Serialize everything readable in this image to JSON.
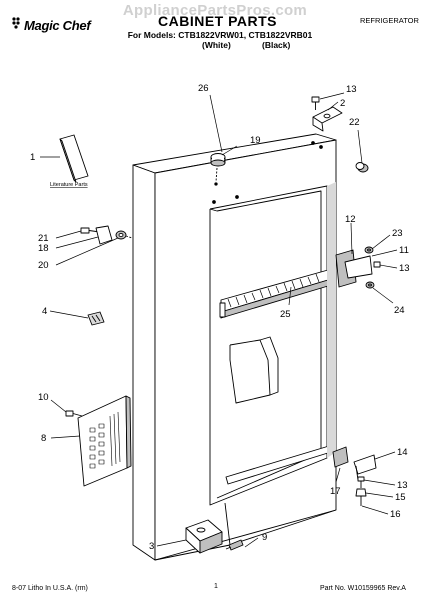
{
  "header": {
    "watermark": "AppliancePartsPros.com",
    "brand": "Magic Chef",
    "title": "CABINET PARTS",
    "models_line": "For Models: CTB1822VRW01, CTB1822VRB01",
    "variant_white": "(White)",
    "variant_black": "(Black)",
    "category": "REFRIGERATOR"
  },
  "literature_label": "Literature Parts",
  "callouts": [
    "1",
    "2",
    "3",
    "4",
    "8",
    "9",
    "10",
    "11",
    "12",
    "13",
    "13",
    "13",
    "14",
    "15",
    "16",
    "17",
    "18",
    "19",
    "20",
    "21",
    "22",
    "23",
    "24",
    "25",
    "26"
  ],
  "footer": {
    "left": "8-07 Litho In U.S.A. (rm)",
    "page": "1",
    "right": "Part No. W10159965 Rev.A"
  },
  "colors": {
    "line": "#000000",
    "shade": "#bfbfbf",
    "watermark": "#d0d0d0"
  }
}
